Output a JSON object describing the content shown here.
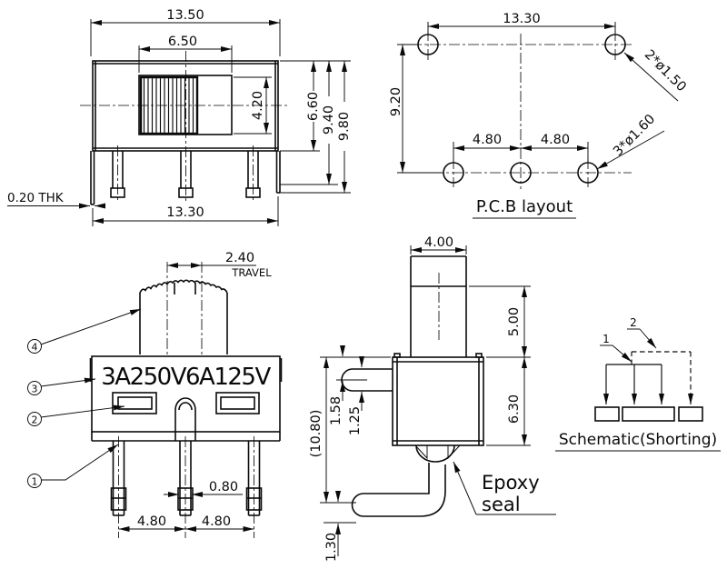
{
  "front_view": {
    "dim_width_top": "13.50",
    "dim_slider_width": "6.50",
    "dim_knob_height": "4.20",
    "dim_body_height": "6.60",
    "dim_to_bracket": "9.40",
    "dim_overall_height": "9.80",
    "dim_width_bottom": "13.30",
    "thickness_label": "0.20  THK"
  },
  "pcb_layout": {
    "title": "P.C.B layout",
    "dim_hole_span": "13.30",
    "dim_row_span": "9.20",
    "dim_pitch_left": "4.80",
    "dim_pitch_right": "4.80",
    "label_top_holes": "2*ø1.50",
    "label_bottom_holes": "3*ø1.60"
  },
  "marking_view": {
    "dim_travel": "2.40",
    "travel_label": "TRAVEL",
    "rating_text": "3A250V6A125V",
    "dim_terminal_width": "0.80",
    "dim_pitch_left": "4.80",
    "dim_pitch_right": "4.80",
    "callouts": [
      "1",
      "2",
      "3",
      "4"
    ]
  },
  "side_view": {
    "dim_knob_width": "4.00",
    "dim_knob_height": "5.00",
    "dim_body_height": "6.30",
    "dim_lug_offset": "1.58",
    "dim_lug_thickness": "1.25",
    "dim_overall_height": "(10.80)",
    "dim_terminal_height": "1.30",
    "epoxy_label_line1": "Epoxy",
    "epoxy_label_line2": "seal"
  },
  "schematic": {
    "title": "Schematic(Shorting)",
    "pole_label": "1",
    "throw_label": "2"
  }
}
